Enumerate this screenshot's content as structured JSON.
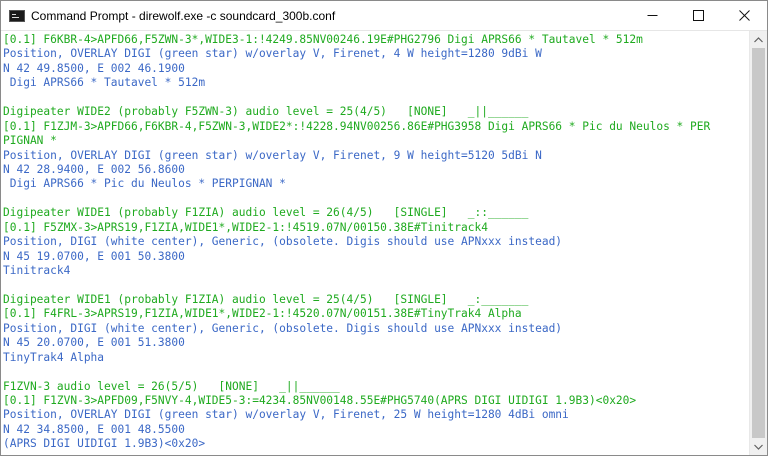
{
  "window": {
    "title": "Command Prompt - direwolf.exe  -c soundcard_300b.conf",
    "icon": "cmd-icon",
    "controls": [
      "minimize-icon",
      "maximize-icon",
      "close-icon"
    ]
  },
  "colors": {
    "green": "#1faa1f",
    "blue": "#3b68c6",
    "black": "#1a1a1a"
  },
  "scroll": {
    "position_fraction": 1.0
  },
  "console_lines": [
    {
      "color": "g",
      "text": "[0.1] F6KBR-4>APFD66,F5ZWN-3*,WIDE3-1:!4249.85NV00246.19E#PHG2796 Digi APRS66 * Tautavel * 512m"
    },
    {
      "color": "b",
      "text": "Position, OVERLAY DIGI (green star) w/overlay V, Firenet, 4 W height=1280 9dBi W"
    },
    {
      "color": "b",
      "text": "N 42 49.8500, E 002 46.1900"
    },
    {
      "color": "b",
      "text": " Digi APRS66 * Tautavel * 512m"
    },
    {
      "color": "b",
      "text": ""
    },
    {
      "color": "g",
      "text": "Digipeater WIDE2 (probably F5ZWN-3) audio level = 25(4/5)   [NONE]   _||______"
    },
    {
      "color": "g",
      "text": "[0.1] F1ZJM-3>APFD66,F6KBR-4,F5ZWN-3,WIDE2*:!4228.94NV00256.86E#PHG3958 Digi APRS66 * Pic du Neulos * PER"
    },
    {
      "color": "g",
      "text": "PIGNAN *"
    },
    {
      "color": "b",
      "text": "Position, OVERLAY DIGI (green star) w/overlay V, Firenet, 9 W height=5120 5dBi N"
    },
    {
      "color": "b",
      "text": "N 42 28.9400, E 002 56.8600"
    },
    {
      "color": "b",
      "text": " Digi APRS66 * Pic du Neulos * PERPIGNAN *"
    },
    {
      "color": "b",
      "text": ""
    },
    {
      "color": "g",
      "text": "Digipeater WIDE1 (probably F1ZIA) audio level = 26(4/5)   [SINGLE]   _::______"
    },
    {
      "color": "g",
      "text": "[0.1] F5ZMX-3>APRS19,F1ZIA,WIDE1*,WIDE2-1:!4519.07N/00150.38E#Tinitrack4"
    },
    {
      "color": "b",
      "text": "Position, DIGI (white center), Generic, (obsolete. Digis should use APNxxx instead)"
    },
    {
      "color": "b",
      "text": "N 45 19.0700, E 001 50.3800"
    },
    {
      "color": "b",
      "text": "Tinitrack4"
    },
    {
      "color": "b",
      "text": ""
    },
    {
      "color": "g",
      "text": "Digipeater WIDE1 (probably F1ZIA) audio level = 25(4/5)   [SINGLE]   _:_______"
    },
    {
      "color": "g",
      "text": "[0.1] F4FRL-3>APRS19,F1ZIA,WIDE1*,WIDE2-1:!4520.07N/00151.38E#TinyTrak4 Alpha"
    },
    {
      "color": "b",
      "text": "Position, DIGI (white center), Generic, (obsolete. Digis should use APNxxx instead)"
    },
    {
      "color": "b",
      "text": "N 45 20.0700, E 001 51.3800"
    },
    {
      "color": "b",
      "text": "TinyTrak4 Alpha"
    },
    {
      "color": "b",
      "text": ""
    },
    {
      "color": "g",
      "text": "F1ZVN-3 audio level = 26(5/5)   [NONE]   _||______"
    },
    {
      "color": "g",
      "text": "[0.1] F1ZVN-3>APFD09,F5NVY-4,WIDE5-3:=4234.85NV00148.55E#PHG5740(APRS DIGI UIDIGI 1.9B3)<0x20>"
    },
    {
      "color": "b",
      "text": "Position, OVERLAY DIGI (green star) w/overlay V, Firenet, 25 W height=1280 4dBi omni"
    },
    {
      "color": "b",
      "text": "N 42 34.8500, E 001 48.5500"
    },
    {
      "color": "b",
      "text": "(APRS DIGI UIDIGI 1.9B3)<0x20>"
    }
  ]
}
